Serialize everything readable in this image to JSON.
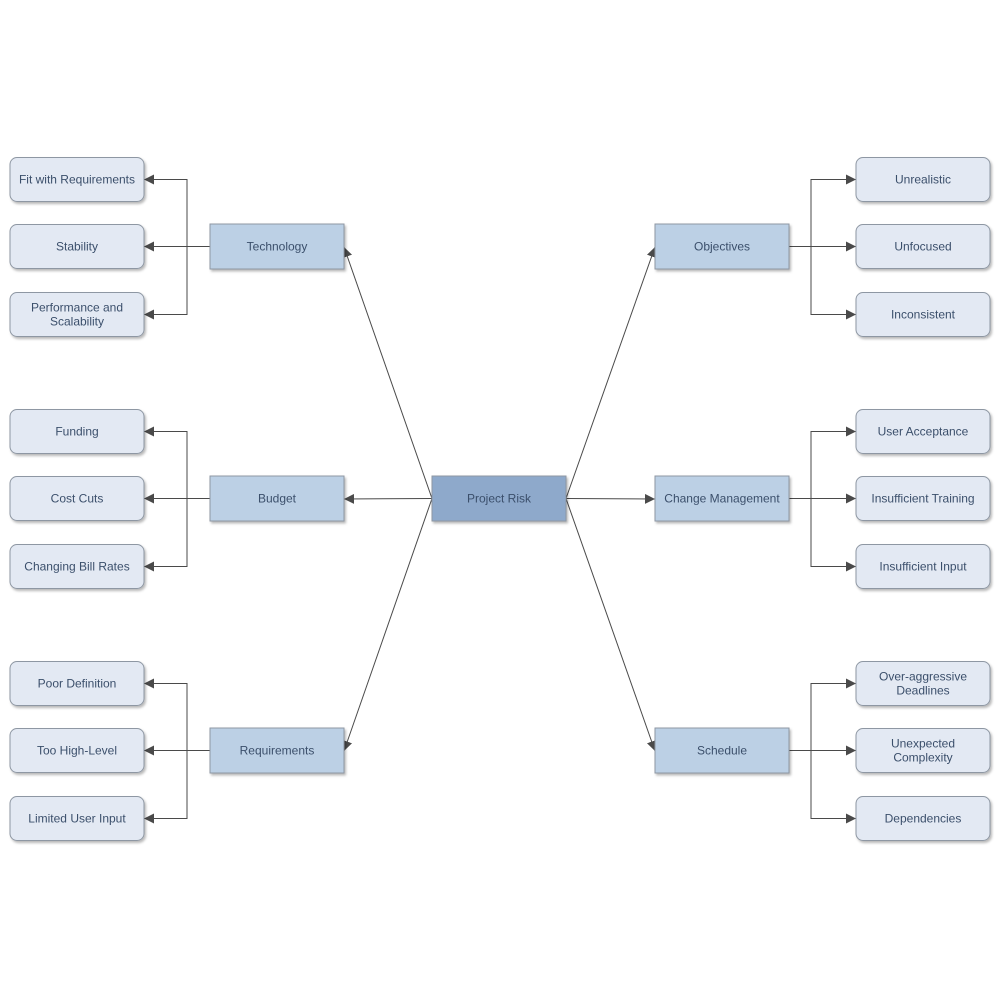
{
  "center": {
    "label": "Project Risk"
  },
  "branches": {
    "technology": {
      "label": "Technology",
      "items": [
        {
          "lines": [
            "Fit with Requirements"
          ]
        },
        {
          "lines": [
            "Stability"
          ]
        },
        {
          "lines": [
            "Performance and",
            "Scalability"
          ]
        }
      ]
    },
    "budget": {
      "label": "Budget",
      "items": [
        {
          "lines": [
            "Funding"
          ]
        },
        {
          "lines": [
            "Cost Cuts"
          ]
        },
        {
          "lines": [
            "Changing Bill Rates"
          ]
        }
      ]
    },
    "requirements": {
      "label": "Requirements",
      "items": [
        {
          "lines": [
            "Poor Definition"
          ]
        },
        {
          "lines": [
            "Too High-Level"
          ]
        },
        {
          "lines": [
            "Limited User Input"
          ]
        }
      ]
    },
    "objectives": {
      "label": "Objectives",
      "items": [
        {
          "lines": [
            "Unrealistic"
          ]
        },
        {
          "lines": [
            "Unfocused"
          ]
        },
        {
          "lines": [
            "Inconsistent"
          ]
        }
      ]
    },
    "change_management": {
      "label": "Change Management",
      "items": [
        {
          "lines": [
            "User Acceptance"
          ]
        },
        {
          "lines": [
            "Insufficient Training"
          ]
        },
        {
          "lines": [
            "Insufficient Input"
          ]
        }
      ]
    },
    "schedule": {
      "label": "Schedule",
      "items": [
        {
          "lines": [
            "Over-aggressive",
            "Deadlines"
          ]
        },
        {
          "lines": [
            "Unexpected",
            "Complexity"
          ]
        },
        {
          "lines": [
            "Dependencies"
          ]
        }
      ]
    }
  },
  "colors": {
    "center_fill": "#8ea9cb",
    "branch_fill": "#bcd0e5",
    "leaf_fill": "#e3e9f3",
    "box_stroke": "#8e97a3",
    "text": "#3b4f6b",
    "line": "#4a4a4a"
  }
}
